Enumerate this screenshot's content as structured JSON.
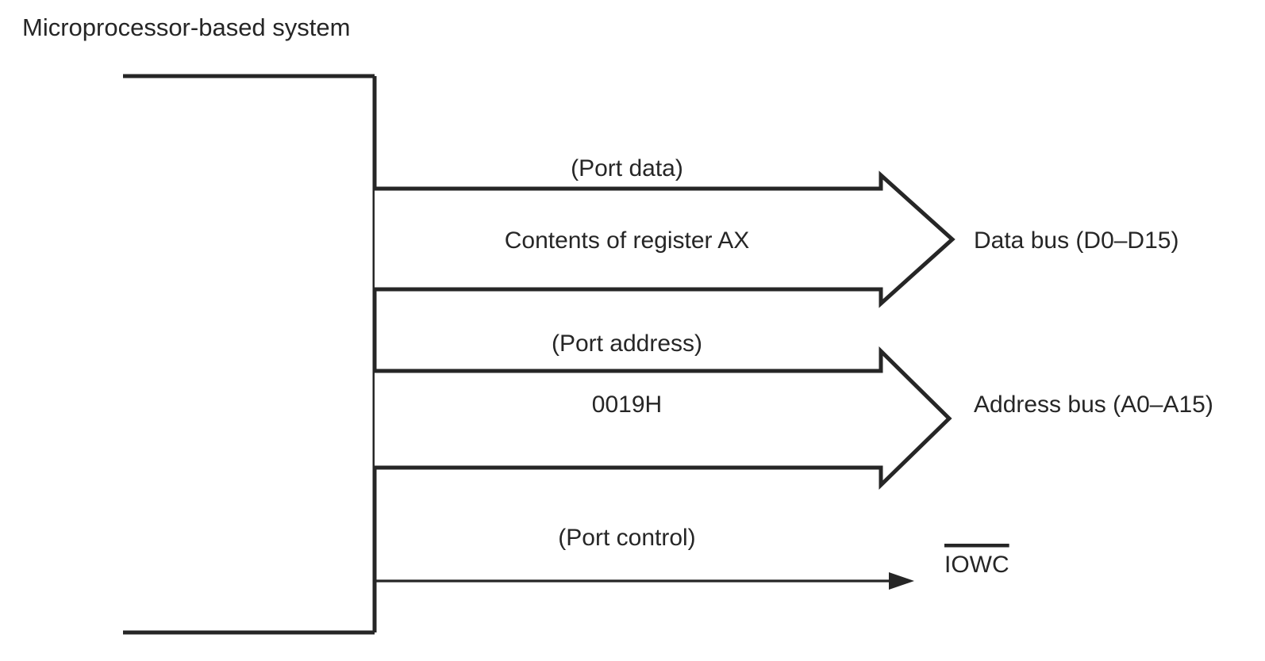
{
  "figure": {
    "title": "Microprocessor-based system",
    "background_color": "#ffffff",
    "line_color": "#262626"
  },
  "buses": [
    {
      "id": "data-bus",
      "annotation": "(Port data)",
      "payload": "Contents of register AX",
      "destination": "Data bus (D0–D15)",
      "arrow_style": "block"
    },
    {
      "id": "address-bus",
      "annotation": "(Port address)",
      "payload": "0019H",
      "destination": "Address bus (A0–A15)",
      "arrow_style": "block"
    },
    {
      "id": "control-line",
      "annotation": "(Port control)",
      "payload": "",
      "destination": "IOWC",
      "destination_overbar": true,
      "arrow_style": "line"
    }
  ],
  "labels": {
    "data_annotation": "(Port data)",
    "data_payload": "Contents of register AX",
    "data_destination": "Data bus (D0–D15)",
    "address_annotation": "(Port address)",
    "address_payload": "0019H",
    "address_destination": "Address bus (A0–A15)",
    "control_annotation": "(Port control)",
    "control_destination": "IOWC"
  }
}
